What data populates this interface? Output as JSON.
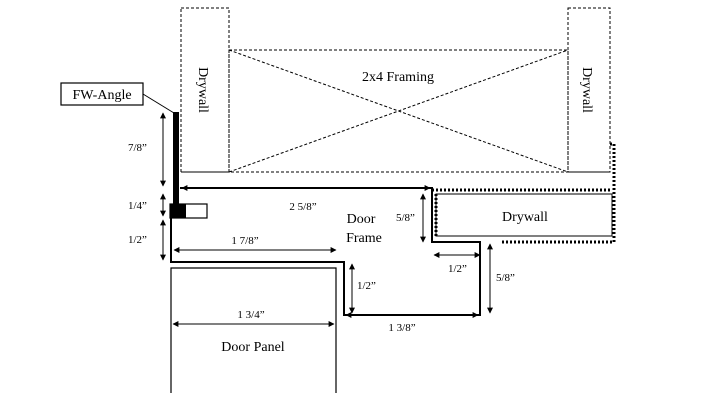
{
  "labels": {
    "drywall_left": "Drywall",
    "drywall_right": "Drywall",
    "framing": "2x4 Framing",
    "fw_angle": "FW-Angle",
    "drywall_bottom": "Drywall",
    "door_frame_line1": "Door",
    "door_frame_line2": "Frame",
    "door_panel": "Door Panel"
  },
  "dimensions": {
    "d_7_8": "7/8”",
    "d_1_4": "1/4”",
    "d_1_2_left": "1/2”",
    "d_2_5_8": "2 5/8”",
    "d_1_7_8": "1 7/8”",
    "d_5_8_frame": "5/8”",
    "d_1_2_mid": "1/2”",
    "d_1_2_right": "1/2”",
    "d_5_8_right": "5/8”",
    "d_1_3_4": "1 3/4”",
    "d_1_3_8": "1 3/8”"
  },
  "colors": {
    "line": "#000000",
    "background": "#ffffff"
  }
}
